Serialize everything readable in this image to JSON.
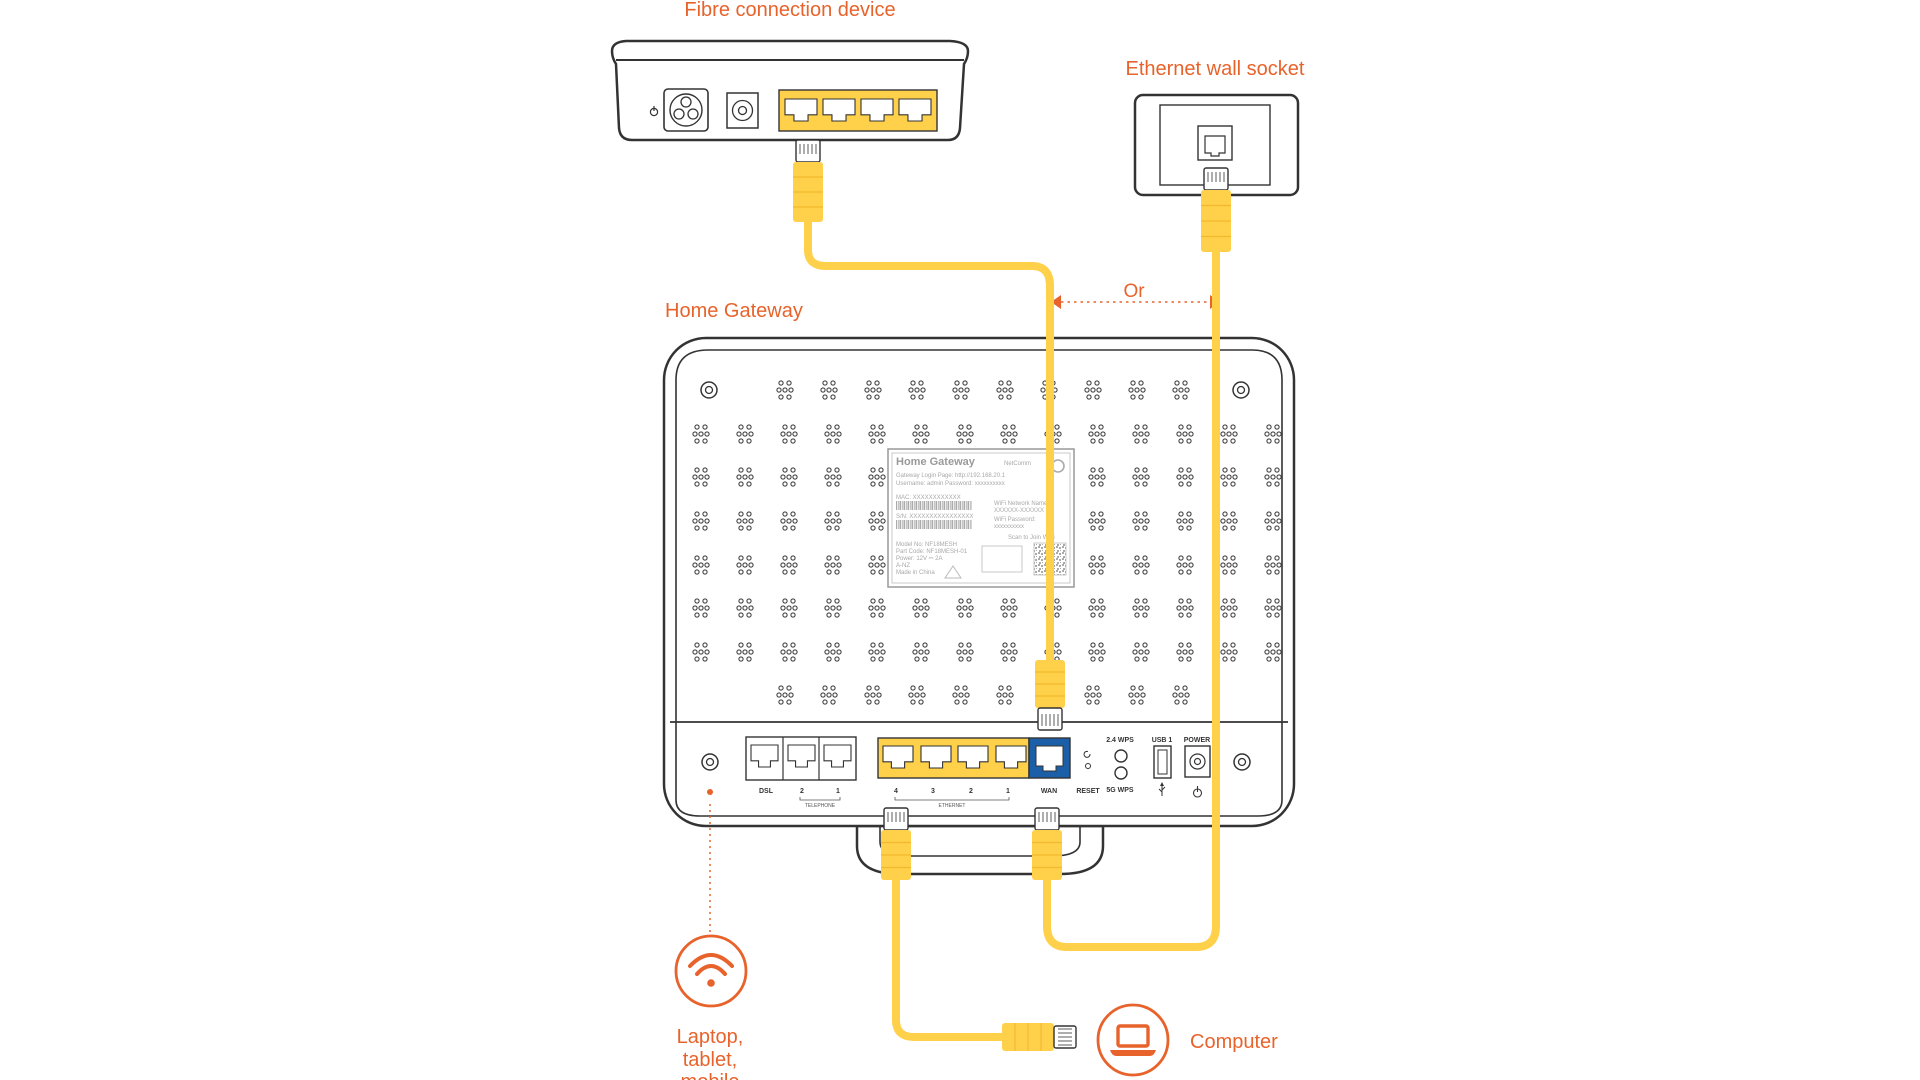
{
  "labels": {
    "fibre_device": "Fibre connection device",
    "wall_socket": "Ethernet wall socket",
    "or": "Or",
    "home_gateway": "Home Gateway",
    "computer": "Computer",
    "wireless_line1": "Laptop,",
    "wireless_line2": "tablet,",
    "wireless_line3": "mobile"
  },
  "gateway_ports": {
    "dsl": "DSL",
    "tel2": "2",
    "tel1": "1",
    "telephone": "TELEPHONE",
    "eth4": "4",
    "eth3": "3",
    "eth2": "2",
    "eth1": "1",
    "ethernet": "ETHERNET",
    "wan": "WAN",
    "reset": "RESET",
    "wps24": "2.4 WPS",
    "wps5": "5G WPS",
    "usb": "USB 1",
    "power": "POWER"
  },
  "sticker": {
    "title": "Home Gateway",
    "brand": "NetComm",
    "login_page": "Gateway Login Page: http://192.168.20.1",
    "username": "Username: admin  Password: xxxxxxxxxx",
    "mac": "MAC: XXXXXXXXXXXX",
    "sn": "S/N: XXXXXXXXXXXXXXXX",
    "wifi_name": "WiFi Network Name:",
    "wifi_name_val": "XXXXXX-XXXXXX",
    "wifi_pass": "WiFi Password:",
    "wifi_pass_val": "xxxxxxxxxx",
    "scan": "Scan to Join WiFi",
    "model": "Model No: NF18MESH",
    "part": "Part Code: NF18MESH-01",
    "power": "Power: 12V ⎓ 2A",
    "region": "A-NZ",
    "made": "Made in China"
  },
  "colors": {
    "accent": "#e8632b",
    "cable": "#ffd04a",
    "wan_port": "#1a5fa8",
    "outline": "#333333"
  },
  "icons": {
    "wifi": "wifi-icon",
    "computer": "laptop-icon",
    "power": "power-icon",
    "usb": "usb-icon"
  }
}
